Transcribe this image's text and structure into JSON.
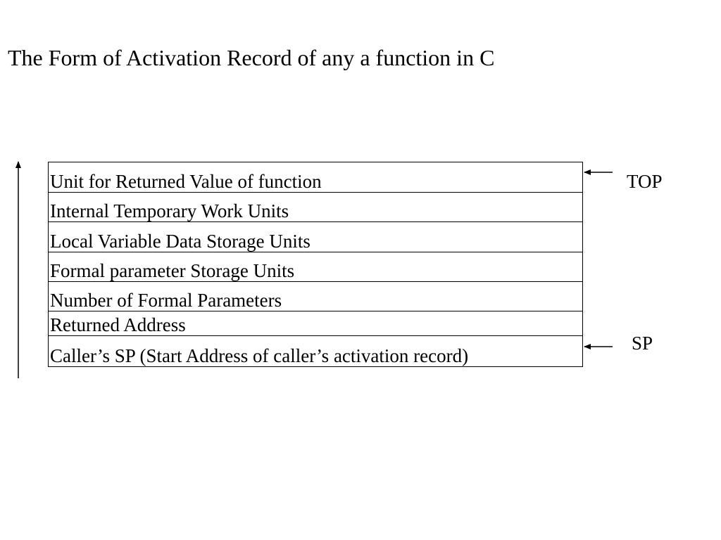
{
  "title": "The Form of Activation Record of any a function in C",
  "record": {
    "rows": [
      "Unit for Returned Value of function",
      "Internal Temporary Work Units",
      "Local Variable Data Storage Units",
      "Formal parameter Storage Units",
      "Number of Formal Parameters",
      "Returned Address",
      "Caller’s SP (Start Address of caller’s activation record)"
    ]
  },
  "pointers": {
    "top_label": "TOP",
    "sp_label": "SP"
  },
  "colors": {
    "line": "#000000",
    "background": "#ffffff"
  }
}
